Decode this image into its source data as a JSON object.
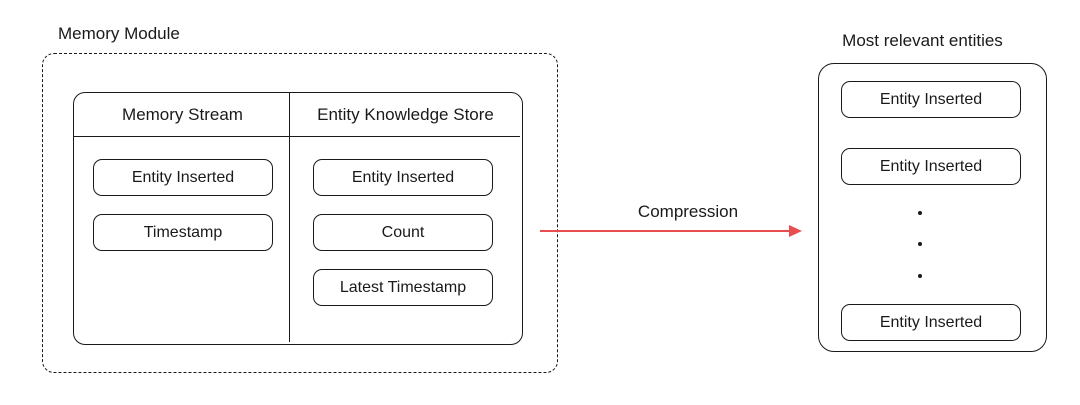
{
  "diagram": {
    "memory_module": {
      "label": "Memory Module",
      "table": {
        "columns": [
          {
            "header": "Memory Stream",
            "items": [
              "Entity Inserted",
              "Timestamp"
            ]
          },
          {
            "header": "Entity Knowledge Store",
            "items": [
              "Entity Inserted",
              "Count",
              "Latest Timestamp"
            ]
          }
        ]
      }
    },
    "arrow": {
      "label": "Compression",
      "direction": "right",
      "color": "#e84d4f"
    },
    "output": {
      "label": "Most relevant entities",
      "items": [
        "Entity Inserted",
        "Entity Inserted",
        "Entity Inserted"
      ],
      "ellipsis_icon": "vertical-ellipsis"
    }
  },
  "colors": {
    "background": "#ffffff",
    "stroke": "#1a1a1a",
    "text": "#1a1a1a",
    "arrow_red": "#e84d4f"
  }
}
